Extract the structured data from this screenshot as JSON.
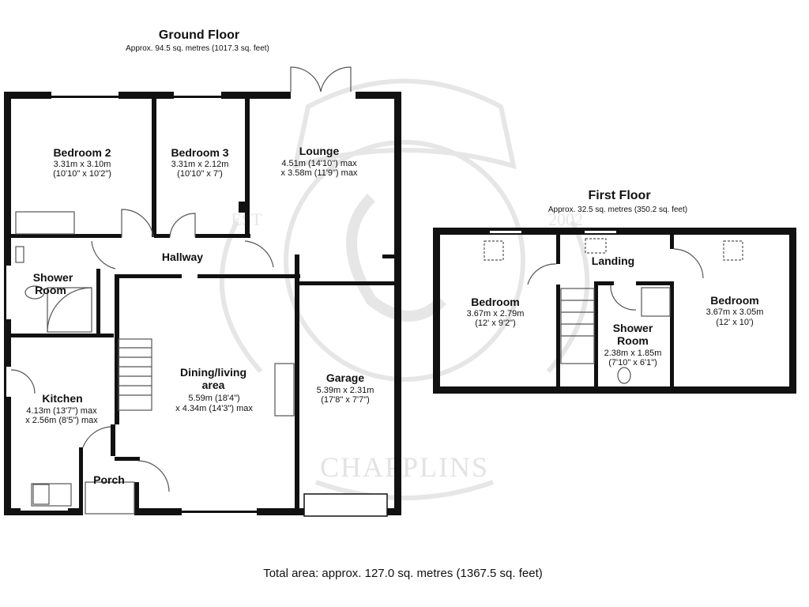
{
  "ground_floor": {
    "title": "Ground Floor",
    "area": "Approx. 94.5 sq. metres (1017.3 sq. feet)",
    "rooms": [
      {
        "name": "Bedroom 2",
        "dim1": "3.31m x 3.10m",
        "dim2": "(10'10\" x 10'2\")"
      },
      {
        "name": "Bedroom 3",
        "dim1": "3.31m x 2.12m",
        "dim2": "(10'10\" x 7')"
      },
      {
        "name": "Lounge",
        "dim1": "4.51m (14'10\") max",
        "dim2": "x 3.58m (11'9\") max"
      },
      {
        "name": "Hallway"
      },
      {
        "name": "Shower",
        "name2": "Room"
      },
      {
        "name": "Kitchen",
        "dim1": "4.13m (13'7\") max",
        "dim2": "x 2.56m (8'5\") max"
      },
      {
        "name": "Dining/living",
        "name2": "area",
        "dim1": "5.59m (18'4\")",
        "dim2": "x 4.34m (14'3\") max"
      },
      {
        "name": "Garage",
        "dim1": "5.39m x 2.31m",
        "dim2": "(17'8\" x 7'7\")"
      },
      {
        "name": "Porch"
      }
    ]
  },
  "first_floor": {
    "title": "First Floor",
    "area": "Approx. 32.5 sq. metres (350.2 sq. feet)",
    "rooms": [
      {
        "name": "Landing"
      },
      {
        "name": "Bedroom",
        "dim1": "3.67m x 2.79m",
        "dim2": "(12' x 9'2\")"
      },
      {
        "name": "Bedroom",
        "dim1": "3.67m x 3.05m",
        "dim2": "(12' x 10')"
      },
      {
        "name": "Shower",
        "name2": "Room",
        "dim1": "2.38m x 1.85m",
        "dim2": "(7'10\" x 6'1\")"
      }
    ]
  },
  "total_area": "Total area: approx. 127.0 sq. metres (1367.5 sq. feet)",
  "watermark": {
    "text": "CHAPPLINS",
    "motto_left": "EST",
    "motto_right": "2002"
  },
  "colors": {
    "wall": "#111111",
    "watermark": "#e3e3e3",
    "fixture": "#666666"
  }
}
